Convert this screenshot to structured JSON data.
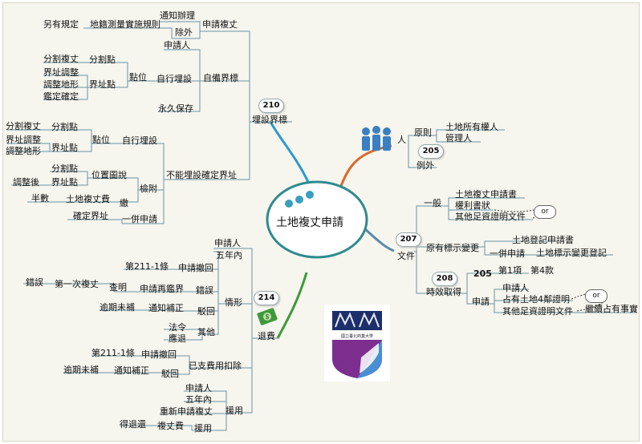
{
  "center": {
    "title": "土地複丈申請"
  },
  "nodes": {
    "n210": "210",
    "n205a": "205",
    "n207": "207",
    "n208": "208",
    "n205b": "205",
    "n214": "214"
  },
  "top_left": {
    "shenqing_fuzhang": "申請複丈",
    "tongzhi_banli": "通知辦理",
    "chuwai": "除外",
    "lingyou_guiding": "另有規定",
    "diji_celiang": "地籍測量實施規則",
    "shenqingren1": "申請人",
    "zibei_jiebiao": "自備界標",
    "dianwei1": "點位",
    "zixing_maishe1": "自行埋設",
    "fenge_fuzhang1": "分割複丈",
    "fenge_dian1": "分割點",
    "jiezhi_tiaozheng1": "界址調整",
    "jiezhi_dian1": "界址點",
    "tiaozheng_dixing1": "調整地形",
    "jianding_queding": "鑑定確定",
    "yongjiu_baocun": "永久保存",
    "maishe_jiebiao": "埋設界標"
  },
  "mid_left": {
    "fenge_fuzhang2": "分割複丈",
    "fenge_dian2": "分割點",
    "dianwei2": "點位",
    "zixing_maishe2": "自行埋設",
    "jiezhi_tiaozheng2": "界址調整",
    "jiezhi_dian2": "界址點",
    "tiaozheng_dixing2": "調整地形",
    "fenge_dian3": "分割點",
    "weizhi_tushuo": "位置圖說",
    "tiaozheng_hou": "調整後",
    "jiezhi_dian3": "界址點",
    "jianfu": "檢附",
    "banshu": "半數",
    "tudi_fuzhangfei": "土地複丈費",
    "jiao": "繳",
    "queding_jiezhi": "確定界址",
    "yibing_shenqing1": "一併申請",
    "buneng_maishe": "不能埋設確定界址"
  },
  "right": {
    "ren": "人",
    "yuanze": "原則",
    "tudi_suoyouquanren": "土地所有權人",
    "guanliren": "管理人",
    "liwai": "例外",
    "yiban": "一般",
    "tudi_fuzhang_shenqingshu": "土地複丈申請書",
    "quanli_shuzhuang": "權利書狀",
    "qita_zhengming1": "其他足資證明文件",
    "or1": "or",
    "wenjian": "文件",
    "yuan_biaoshi_biangeng": "原有標示變更",
    "tudi_dengji_shenqingshu": "土地登記申請書",
    "yibing_shenqing2": "一併申請",
    "tudi_biaoshi_biangeng": "土地標示變更登記",
    "shixiao_qude": "時效取得",
    "di1xiang": "第1項",
    "di4kuan": "第4款",
    "shenqing": "申請",
    "shenqingren2": "申請人",
    "zhanyou_4lin": "占有土地4鄰證明",
    "or2": "or",
    "qita_zhengming2": "其他足資證明文件",
    "jixu_zhanyou": "繼續占有事實"
  },
  "bottom": {
    "tuifei": "退費",
    "qingxing": "情形",
    "shenqingren3": "申請人",
    "wunian_nei1": "五年內",
    "di211_1_a": "第211-1條",
    "shenqing_chehui1": "申請撤回",
    "cuowu1": "錯誤",
    "di1ci_fuzhang": "第一次複丈",
    "chaming": "查明",
    "shenqing_zaijian": "申請再鑑界",
    "cuowu2": "錯誤",
    "yuqi_weibu1": "逾期未補",
    "tongzhi_buzheng1": "通知補正",
    "bohui1": "駁回",
    "faling": "法令",
    "yingtui": "應退",
    "qita": "其他",
    "di211_1_b": "第211-1條",
    "shenqing_chehui2": "申請撤回",
    "yizhi_feiyong": "已支費用扣除",
    "yuqi_weibu2": "逾期未補",
    "tongzhi_buzheng2": "通知補正",
    "bohui2": "駁回",
    "shenqingren4": "申請人",
    "wunian_nei2": "五年內",
    "chongxin_shenqing": "重新申請複丈",
    "yuanyong1": "援用",
    "dei_tuihuan": "得退還",
    "fuzhangfei": "複丈費",
    "yuanyong2": "援用"
  },
  "logo": {
    "caption": "國立臺北商業大學"
  },
  "colors": {
    "branch_top": "#2a9bd0",
    "branch_right": "#d86a2e",
    "branch_bottom": "#3d9a38",
    "center_ring": "#2e8a8e",
    "tree_lines": "#6a93a6"
  }
}
